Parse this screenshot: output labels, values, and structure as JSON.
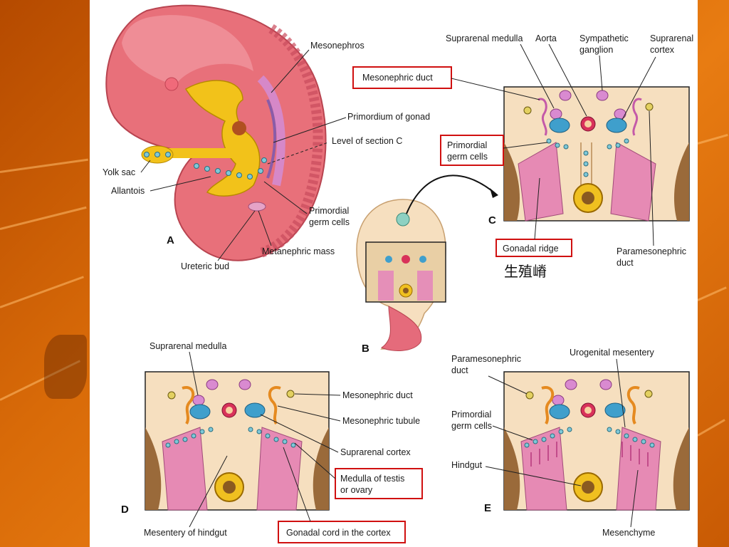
{
  "panels": {
    "a": "A",
    "b": "B",
    "c": "C",
    "d": "D",
    "e": "E"
  },
  "labels_a": {
    "mesonephros": "Mesonephros",
    "primordium_of_gonad": "Primordium of gonad",
    "level_of_section_c": "Level of section C",
    "yolk_sac": "Yolk sac",
    "allantois": "Allantois",
    "primordial_germ_cells_1": "Primordial",
    "primordial_germ_cells_2": "germ cells",
    "metanephric_mass": "Metanephric mass",
    "ureteric_bud": "Ureteric bud"
  },
  "labels_c": {
    "suprarenal_medulla": "Suprarenal medulla",
    "aorta": "Aorta",
    "sympathetic_1": "Sympathetic",
    "sympathetic_2": "ganglion",
    "suprarenal_cortex_1": "Suprarenal",
    "suprarenal_cortex_2": "cortex",
    "mesonephric_duct": "Mesonephric duct",
    "primordial_1": "Primordial",
    "primordial_2": "germ cells",
    "gonadal_ridge": "Gonadal ridge",
    "gonadal_ridge_cn": "生殖嵴",
    "paramesonephric_1": "Paramesonephric",
    "paramesonephric_2": "duct"
  },
  "labels_d": {
    "suprarenal_medulla": "Suprarenal medulla",
    "mesonephric_duct": "Mesonephric duct",
    "mesonephric_tubule": "Mesonephric tubule",
    "suprarenal_cortex": "Suprarenal cortex",
    "medulla_1": "Medulla of testis",
    "medulla_2": "or ovary",
    "mesentery_hindgut": "Mesentery of hindgut",
    "gonadal_cord": "Gonadal cord in the cortex"
  },
  "labels_e": {
    "paramesonephric_1": "Paramesonephric",
    "paramesonephric_2": "duct",
    "urogenital_mesentery": "Urogenital mesentery",
    "primordial_1": "Primordial",
    "primordial_2": "germ cells",
    "hindgut": "Hindgut",
    "mesenchyme": "Mesenchyme"
  }
}
